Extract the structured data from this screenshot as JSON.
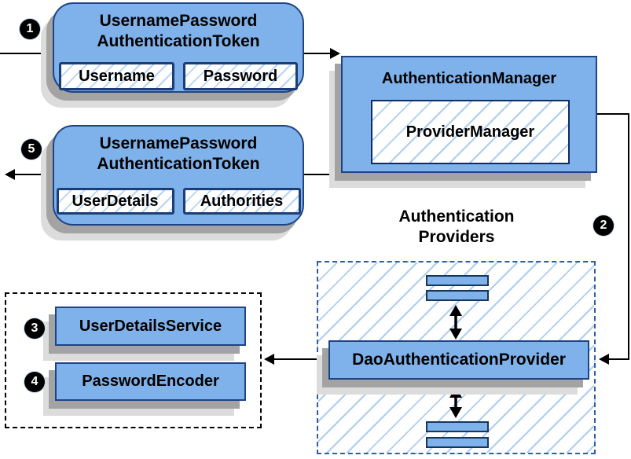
{
  "markers": [
    "1",
    "2",
    "3",
    "4",
    "5"
  ],
  "nodes": {
    "request_token": {
      "title_line1": "UsernamePassword",
      "title_line2": "AuthenticationToken",
      "field1": "Username",
      "field2": "Password"
    },
    "authentication_manager": {
      "title": "AuthenticationManager",
      "inner": "ProviderManager"
    },
    "response_token": {
      "title_line1": "UsernamePassword",
      "title_line2": "AuthenticationToken",
      "field1": "UserDetails",
      "field2": "Authorities"
    },
    "authentication_providers": {
      "title_line1": "Authentication",
      "title_line2": "Providers",
      "provider": "DaoAuthenticationProvider"
    },
    "dao_dependencies": {
      "service1": "UserDetailsService",
      "service2": "PasswordEncoder"
    }
  },
  "colors": {
    "node_fill": "#7FB2EA",
    "node_border": "#1F4387",
    "inner_border": "#1C3E77",
    "hatch_line": "#AECDF2",
    "providers_dash_border": "#2E5FA3",
    "shadow_dark": "#A3A3A3",
    "shadow_light": "#DCDCDC",
    "connector": "#000000"
  }
}
